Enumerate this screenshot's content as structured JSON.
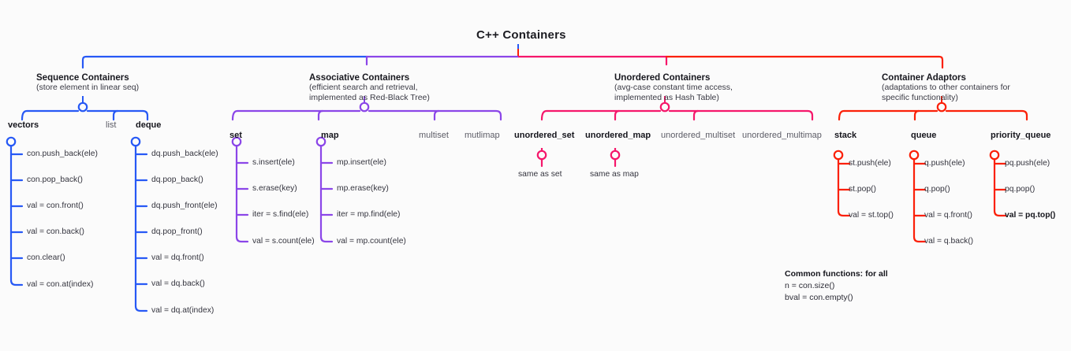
{
  "title": "C++ Containers",
  "colors": {
    "sequence": "#2759f5",
    "associative": "#8b46e8",
    "unordered": "#f5176b",
    "adaptors": "#fb2008",
    "text_dark": "#15151c",
    "text_muted": "#5c5c66",
    "background": "#fbfbfb"
  },
  "branches": [
    {
      "id": "sequence",
      "title": "Sequence Containers",
      "subtitle": "(store element in linear seq)",
      "nodes": [
        {
          "name": "vectors",
          "muted": false
        },
        {
          "name": "list",
          "muted": true
        },
        {
          "name": "deque",
          "muted": false
        }
      ],
      "lists": [
        {
          "owner": "vectors",
          "methods": [
            "con.push_back(ele)",
            "con.pop_back()",
            "val = con.front()",
            "val = con.back()",
            "con.clear()",
            "val = con.at(index)"
          ]
        },
        {
          "owner": "deque",
          "methods": [
            "dq.push_back(ele)",
            "dq.pop_back()",
            "dq.push_front(ele)",
            "dq.pop_front()",
            "val = dq.front()",
            "val = dq.back()",
            "val = dq.at(index)"
          ]
        }
      ]
    },
    {
      "id": "associative",
      "title": "Associative Containers",
      "subtitle": "(efficient search and retrieval,\nimplemented as Red-Black Tree)",
      "subtitle_line1": "(efficient search and retrieval,",
      "subtitle_line2": "implemented as Red-Black Tree)",
      "nodes": [
        {
          "name": "set",
          "muted": false
        },
        {
          "name": "map",
          "muted": false
        },
        {
          "name": "multiset",
          "muted": true
        },
        {
          "name": "mutlimap",
          "muted": true
        }
      ],
      "lists": [
        {
          "owner": "set",
          "methods": [
            "s.insert(ele)",
            "s.erase(key)",
            "iter = s.find(ele)",
            "val = s.count(ele)"
          ]
        },
        {
          "owner": "map",
          "methods": [
            "mp.insert(ele)",
            "mp.erase(key)",
            "iter = mp.find(ele)",
            "val = mp.count(ele)"
          ]
        }
      ]
    },
    {
      "id": "unordered",
      "title": "Unordered Containers",
      "subtitle_line1": "(avg-case constant time access,",
      "subtitle_line2": "implemented as Hash Table)",
      "nodes": [
        {
          "name": "unordered_set",
          "muted": false
        },
        {
          "name": "unordered_map",
          "muted": false
        },
        {
          "name": "unordered_multiset",
          "muted": true
        },
        {
          "name": "unordered_multimap",
          "muted": true
        }
      ],
      "lists": [
        {
          "owner": "unordered_set",
          "methods": [
            "same as set"
          ]
        },
        {
          "owner": "unordered_map",
          "methods": [
            "same as map"
          ]
        }
      ]
    },
    {
      "id": "adaptors",
      "title": "Container Adaptors",
      "subtitle_line1": "(adaptations to other containers for",
      "subtitle_line2": "specific functionality)",
      "nodes": [
        {
          "name": "stack",
          "muted": false
        },
        {
          "name": "queue",
          "muted": false
        },
        {
          "name": "priority_queue",
          "muted": false
        }
      ],
      "lists": [
        {
          "owner": "stack",
          "methods": [
            "st.push(ele)",
            "st.pop()",
            "val = st.top()"
          ]
        },
        {
          "owner": "queue",
          "methods": [
            "q.push(ele)",
            "q.pop()",
            "val = q.front()",
            "val = q.back()"
          ]
        },
        {
          "owner": "priority_queue",
          "methods": [
            "pq.push(ele)",
            "pq.pop()",
            "val = pq.top()"
          ],
          "bold_index": 2
        }
      ]
    }
  ],
  "common_functions": {
    "heading": "Common functions: for all",
    "line1": "n = con.size()",
    "line2": "bval = con.empty()"
  }
}
